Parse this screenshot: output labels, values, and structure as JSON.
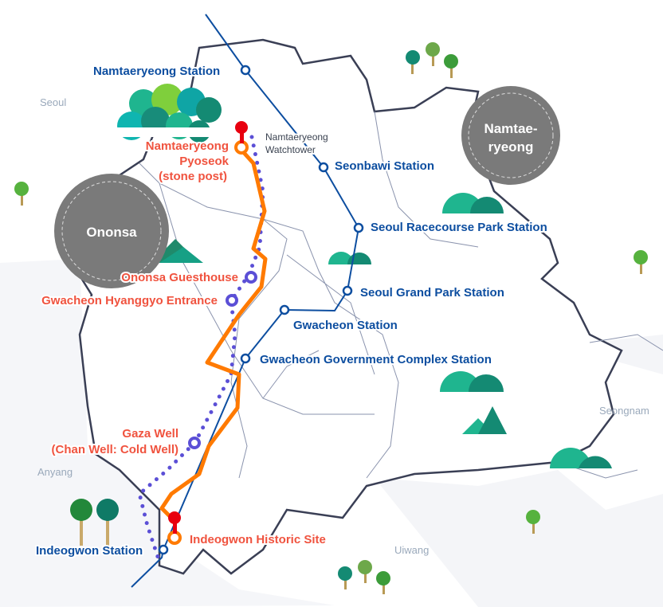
{
  "colors": {
    "subway": "#0d4ea0",
    "trail": "#ff7a00",
    "dotted": "#5b4fd6",
    "poi": "#f0533f",
    "pin": "#e8000f",
    "badge": "#7a7a7a"
  },
  "cities": [
    "Seoul",
    "Anyang",
    "Uiwang",
    "Seongnam"
  ],
  "badges": {
    "ononsa": "Ononsa",
    "namtae_line1": "Namtae-",
    "namtae_line2": "ryeong"
  },
  "stations": [
    "Namtaeryeong Station",
    "Seonbawi Station",
    "Seoul Racecourse Park Station",
    "Seoul Grand Park Station",
    "Gwacheon Station",
    "Gwacheon Government Complex Station",
    "Indeogwon Station"
  ],
  "pois": {
    "pyoseok": [
      "Namtaeryeong",
      "Pyoseok",
      "(stone post)"
    ],
    "watchtower": [
      "Namtaeryeong",
      "Watchtower"
    ],
    "guesthouse": "Ononsa Guesthouse",
    "hyanggyo": "Gwacheon Hyanggyo Entrance",
    "gaza": [
      "Gaza Well",
      "(Chan Well: Cold Well)"
    ],
    "indeogwon": "Indeogwon Historic Site"
  }
}
